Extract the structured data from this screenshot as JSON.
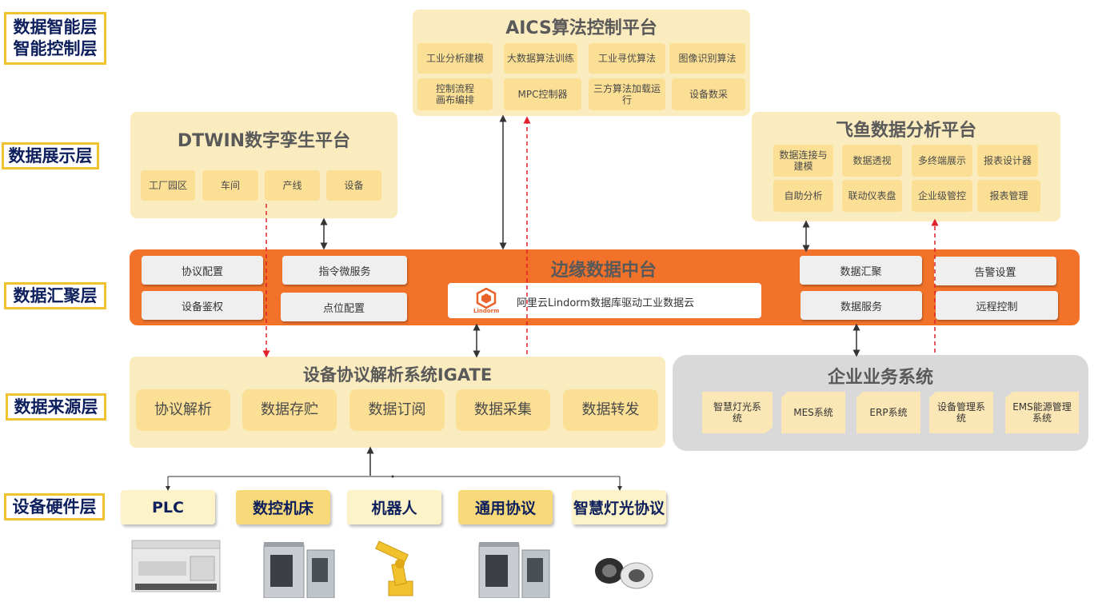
{
  "layers": {
    "intelligence": [
      "数据智能层",
      "智能控制层"
    ],
    "display": "数据展示层",
    "aggregation": "数据汇聚层",
    "source": "数据来源层",
    "hardware": "设备硬件层"
  },
  "aics": {
    "title": "AICS算法控制平台",
    "chips": [
      "工业分析建模",
      "大数据算法训练",
      "工业寻优算法",
      "图像识别算法",
      "控制流程\n画布编排",
      "MPC控制器",
      "三方算法加载运\n行",
      "设备数采"
    ]
  },
  "dtwin": {
    "title": "DTWIN数字孪生平台",
    "chips": [
      "工厂园区",
      "车间",
      "产线",
      "设备"
    ]
  },
  "feiyu": {
    "title": "飞鱼数据分析平台",
    "chips": [
      "数据连接与\n建模",
      "数据透视",
      "多终端展示",
      "报表设计器",
      "自助分析",
      "联动仪表盘",
      "企业级管控",
      "报表管理"
    ]
  },
  "edge": {
    "title": "边缘数据中台",
    "left_chips": [
      "协议配置",
      "指令微服务",
      "设备鉴权",
      "点位配置"
    ],
    "right_chips": [
      "数据汇聚",
      "告警设置",
      "数据服务",
      "远程控制"
    ],
    "lindorm_logo": "Lindorm",
    "lindorm_text": "阿里云Lindorm数据库驱动工业数据云"
  },
  "igate": {
    "title": "设备协议解析系统IGATE",
    "chips": [
      "协议解析",
      "数据存贮",
      "数据订阅",
      "数据采集",
      "数据转发"
    ]
  },
  "enterprise": {
    "title": "企业业务系统",
    "chips": [
      "智慧灯光系\n统",
      "MES系统",
      "ERP系统",
      "设备管理系\n统",
      "EMS能源管理\n系统"
    ]
  },
  "hardware": {
    "items": [
      "PLC",
      "数控机床",
      "机器人",
      "通用协议",
      "智慧灯光协议"
    ]
  },
  "colors": {
    "orange": "#f2722a",
    "panel": "#fbecc0",
    "chip": "#fbdf95",
    "navy": "#0d1f5c",
    "label_border": "#f2c12e",
    "dashed_red": "#e0202a"
  }
}
